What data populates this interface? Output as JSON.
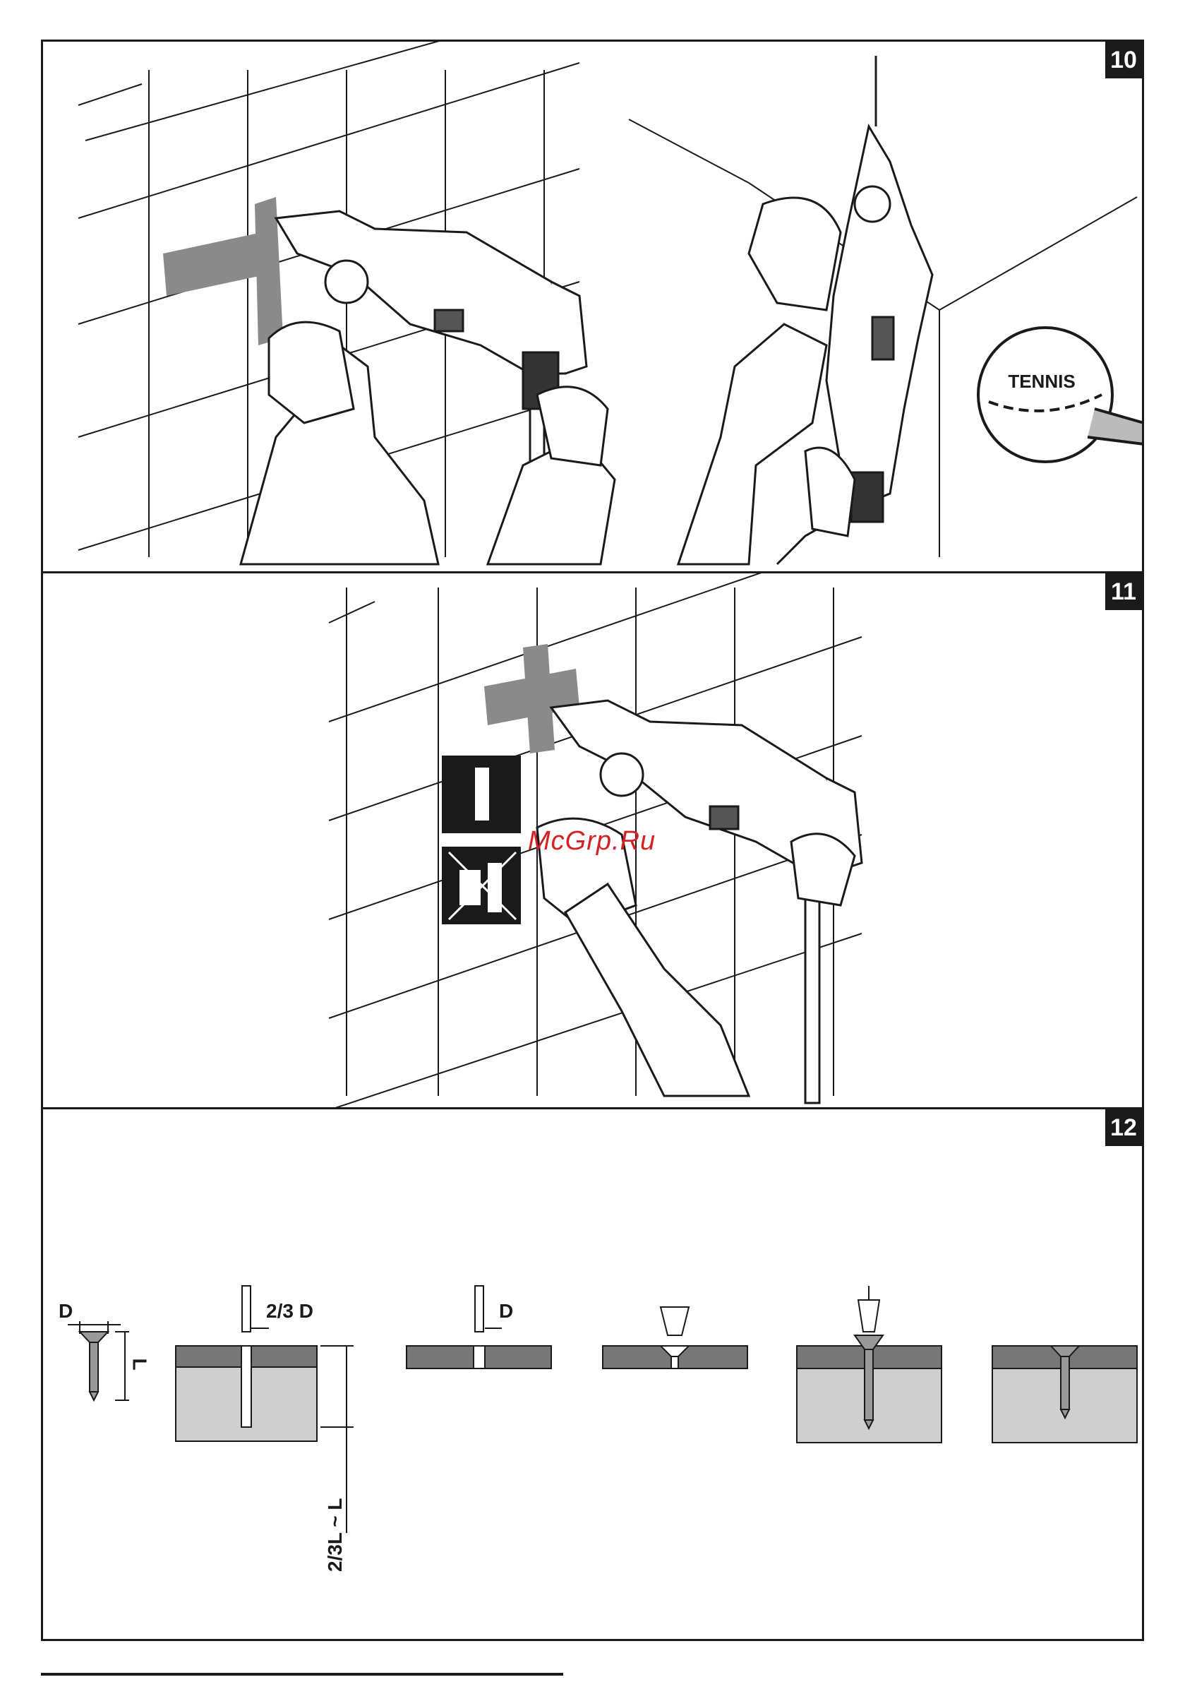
{
  "figures": {
    "fig10": {
      "number": "10",
      "ball_text": "TENNIS"
    },
    "fig11": {
      "number": "11"
    },
    "fig12": {
      "number": "12",
      "labels": {
        "screw_d": "D",
        "screw_l": "L",
        "pilot_hole": "2/3 D",
        "depth": "2/3L ~ L",
        "clearance_hole": "D"
      }
    }
  },
  "watermark": "McGrp.Ru",
  "colors": {
    "ink": "#1a1a1a",
    "tape": "#8a8a8a",
    "wood_dark": "#777777",
    "wood_light": "#cfcfcf",
    "watermark": "#d42222"
  }
}
